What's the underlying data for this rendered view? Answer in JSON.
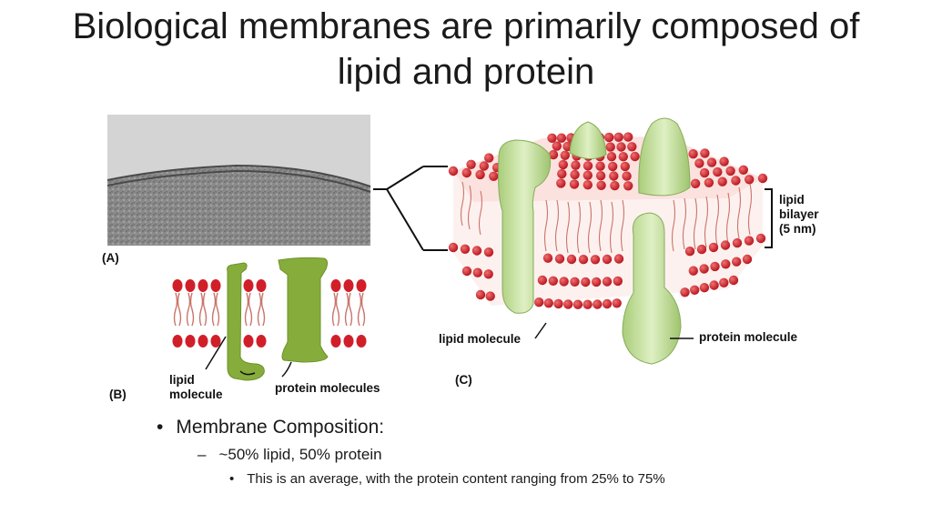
{
  "title": "Biological membranes are primarily composed of lipid and protein",
  "figure": {
    "panel_a_label": "(A)",
    "panel_b_label": "(B)",
    "panel_c_label": "(C)",
    "lipid_bilayer_label_line1": "lipid",
    "lipid_bilayer_label_line2": "bilayer",
    "lipid_bilayer_label_line3": "(5 nm)",
    "b_lipid_molecule_line1": "lipid",
    "b_lipid_molecule_line2": "molecule",
    "b_protein_molecules": "protein molecules",
    "c_lipid_molecule": "lipid molecule",
    "c_protein_molecule": "protein molecule"
  },
  "bullets": {
    "level1": "Membrane Composition:",
    "level2": "~50% lipid, 50% protein",
    "level3": "This is an average, with the protein content ranging from 25% to 75%"
  },
  "colors": {
    "lipid_head": "#d11f2a",
    "lipid_tail": "#c9746a",
    "protein_green": "#c7e3a2",
    "protein_b_green": "#86ad3c"
  }
}
